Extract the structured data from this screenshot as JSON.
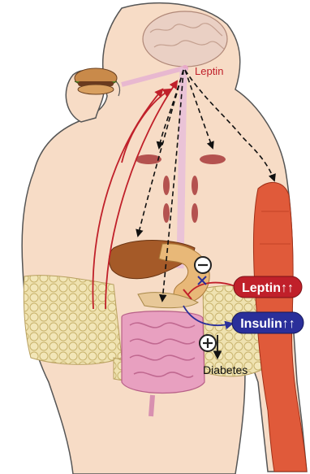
{
  "labels": {
    "leptin_brain": "Leptin",
    "leptin_badge": "Leptin↑↑",
    "insulin_badge": "Insulin↑↑",
    "diabetes": "Diabetes",
    "minus_sign": "⊖",
    "plus_sign": "⊕"
  },
  "colors": {
    "skin": "#f7dcc6",
    "outline": "#555555",
    "brain": "#ead0c4",
    "leptin_red": "#c0202a",
    "insulin_blue": "#2a2f9a",
    "fat": "#efe0a8",
    "liver": "#a55a28",
    "muscle": "#e05a3a",
    "intestine": "#e8a0c0",
    "stomach": "#e8b878",
    "pathway": "#e8b8d0"
  }
}
